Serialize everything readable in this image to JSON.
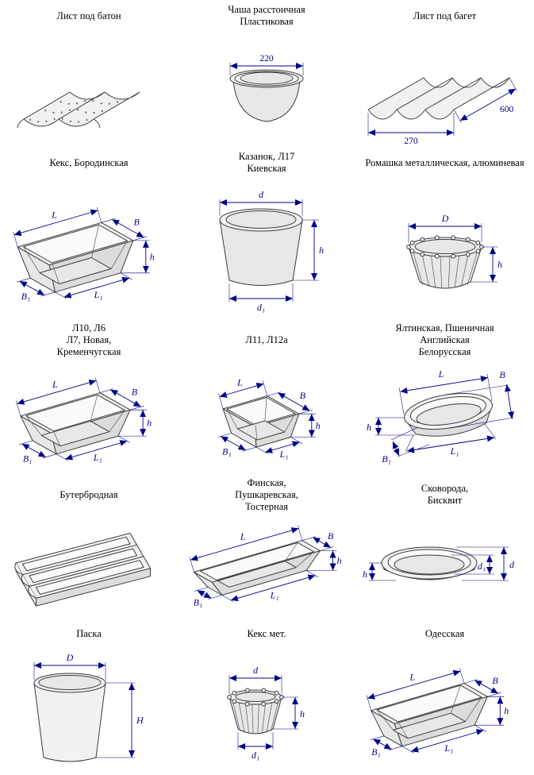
{
  "sheet": {
    "background": "#ffffff"
  },
  "colors": {
    "outline": "#3c3c3c",
    "dimension": "#00008b",
    "fill_light": "#f1f1f1",
    "fill_shade": "#dcdcdc"
  },
  "cells": [
    {
      "id": "sheet-baton",
      "title_lines": [
        "Лист под батон"
      ],
      "dims": {}
    },
    {
      "id": "proofing-bowl",
      "title_lines": [
        "Чаша расстоичная",
        "Пластиковая"
      ],
      "dims": {
        "width": "220"
      }
    },
    {
      "id": "sheet-baguette",
      "title_lines": [
        "Лист под багет"
      ],
      "dims": {
        "depth": "600",
        "width": "270"
      }
    },
    {
      "id": "keks-borodinskaya",
      "title_lines": [
        "Кекс, Бородинская"
      ],
      "dims": {
        "L": "L",
        "B": "B",
        "h": "h",
        "B1": "B₁",
        "L1": "L₁"
      }
    },
    {
      "id": "kazanok",
      "title_lines": [
        "Казанок, Л17",
        "Киевская"
      ],
      "dims": {
        "d": "d",
        "h": "h",
        "d1": "d₁"
      }
    },
    {
      "id": "romashka",
      "title_lines": [
        "Ромашка металлическая, алюминевая"
      ],
      "dims": {
        "D": "D",
        "h": "h"
      }
    },
    {
      "id": "l10-group",
      "title_lines": [
        "Л10, Л6",
        "Л7, Новая,",
        "Кременчугская"
      ],
      "dims": {
        "L": "L",
        "B": "B",
        "h": "h",
        "B1": "B₁",
        "L1": "L₁"
      }
    },
    {
      "id": "l11-l12a",
      "title_lines": [
        "Л11, Л12а"
      ],
      "dims": {
        "L": "L",
        "B": "B",
        "h": "h",
        "B1": "B₁",
        "L1": "L₁"
      }
    },
    {
      "id": "yaltinskaya-group",
      "title_lines": [
        "Ялтинская, Пшеничная",
        "Английская",
        "Белорусская"
      ],
      "dims": {
        "L": "L",
        "B": "B",
        "h": "h",
        "B1": "B₁",
        "L1": "L₁"
      }
    },
    {
      "id": "buterbrodnaya",
      "title_lines": [
        "Бутербродная"
      ],
      "dims": {}
    },
    {
      "id": "finskaya-group",
      "title_lines": [
        "Финская,",
        "Пушкаревская,",
        "Тостерная"
      ],
      "dims": {
        "L": "L",
        "B": "B",
        "h": "h",
        "B1": "B₁",
        "L1": "L₁"
      }
    },
    {
      "id": "skovoroda-biskvit",
      "title_lines": [
        "Сковорода,",
        "Бисквит"
      ],
      "dims": {
        "d1": "d₁",
        "d": "d",
        "h": "h"
      }
    },
    {
      "id": "paska",
      "title_lines": [
        "Паска"
      ],
      "dims": {
        "D": "D",
        "H": "H"
      }
    },
    {
      "id": "keks-met",
      "title_lines": [
        "Кекс мет."
      ],
      "dims": {
        "d": "d",
        "h": "h",
        "d1": "d₁"
      }
    },
    {
      "id": "odesskaya",
      "title_lines": [
        "Одесская"
      ],
      "dims": {
        "L": "L",
        "B": "B",
        "h": "h",
        "B1": "B₁",
        "L1": "L₁"
      }
    }
  ]
}
